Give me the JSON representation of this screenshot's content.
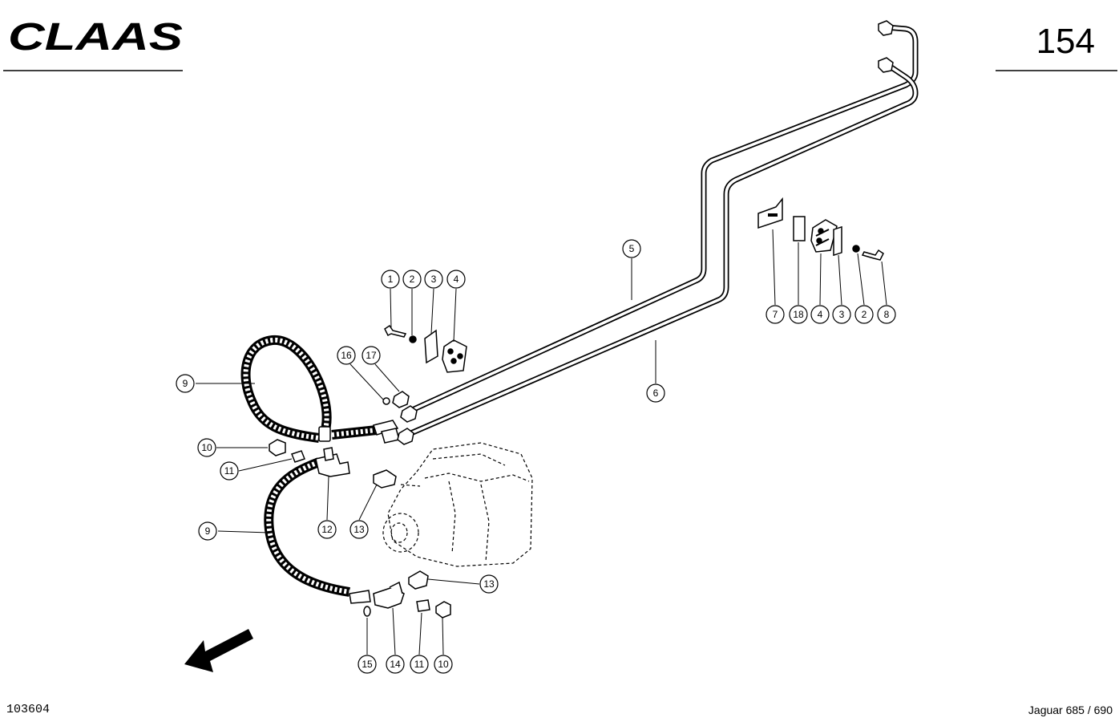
{
  "header": {
    "brand": "CLAAS",
    "page_number": "154"
  },
  "callouts": {
    "c1": "1",
    "c2a": "2",
    "c3a": "3",
    "c4a": "4",
    "c5": "5",
    "c6": "6",
    "c7": "7",
    "c18": "18",
    "c4b": "4",
    "c3b": "3",
    "c2b": "2",
    "c8": "8",
    "c16": "16",
    "c17": "17",
    "c9a": "9",
    "c10a": "10",
    "c11a": "11",
    "c9b": "9",
    "c12": "12",
    "c13a": "13",
    "c13b": "13",
    "c15": "15",
    "c14": "14",
    "c11b": "11",
    "c10b": "10"
  },
  "footer": {
    "drawing_number": "103604",
    "model": "Jaguar 685 / 690"
  }
}
